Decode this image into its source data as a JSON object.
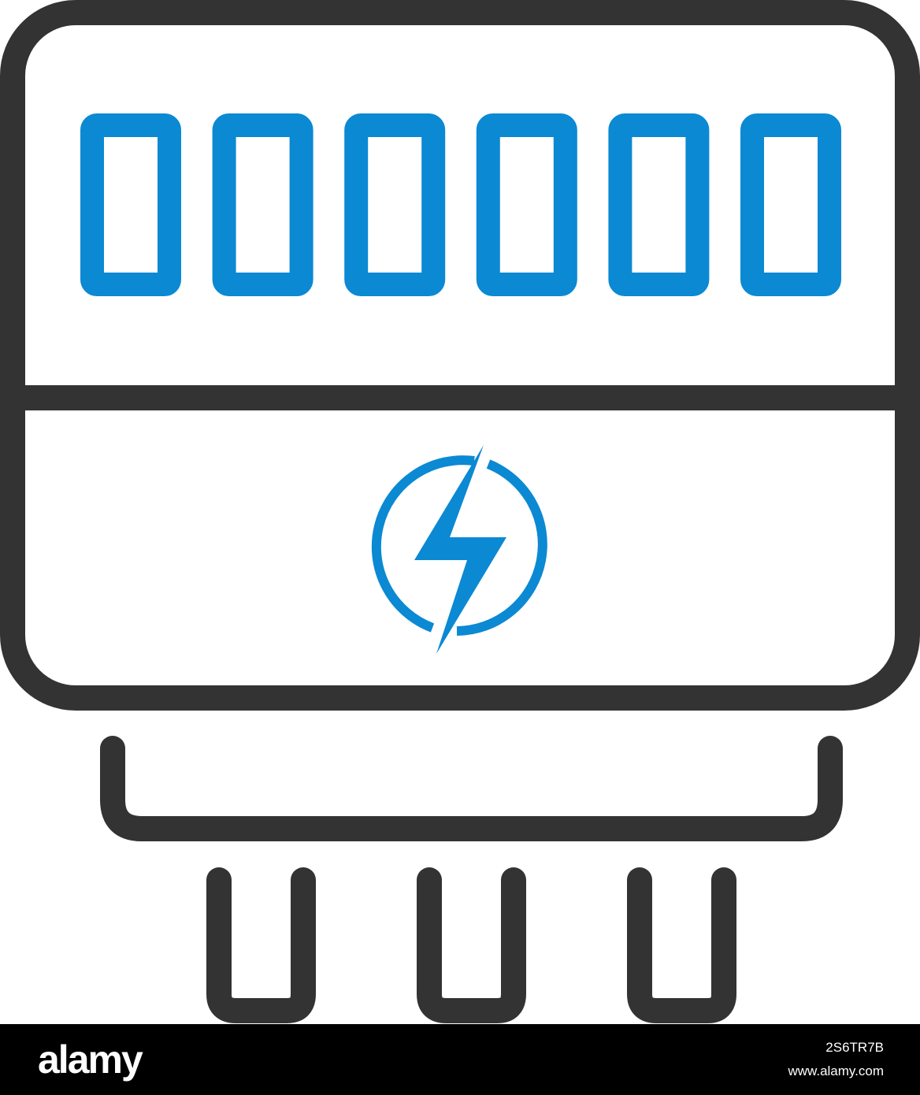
{
  "icon": {
    "name": "electric-meter-icon",
    "digit_count": 6,
    "symbol": "lightning-bolt-icon",
    "outline_color": "#333333",
    "accent_color": "#0b89d3",
    "background_color": "#ffffff"
  },
  "footer": {
    "logo": "alamy",
    "image_id": "2S6TR7B",
    "url": "www.alamy.com",
    "background_color": "#000000",
    "text_color": "#ffffff"
  }
}
